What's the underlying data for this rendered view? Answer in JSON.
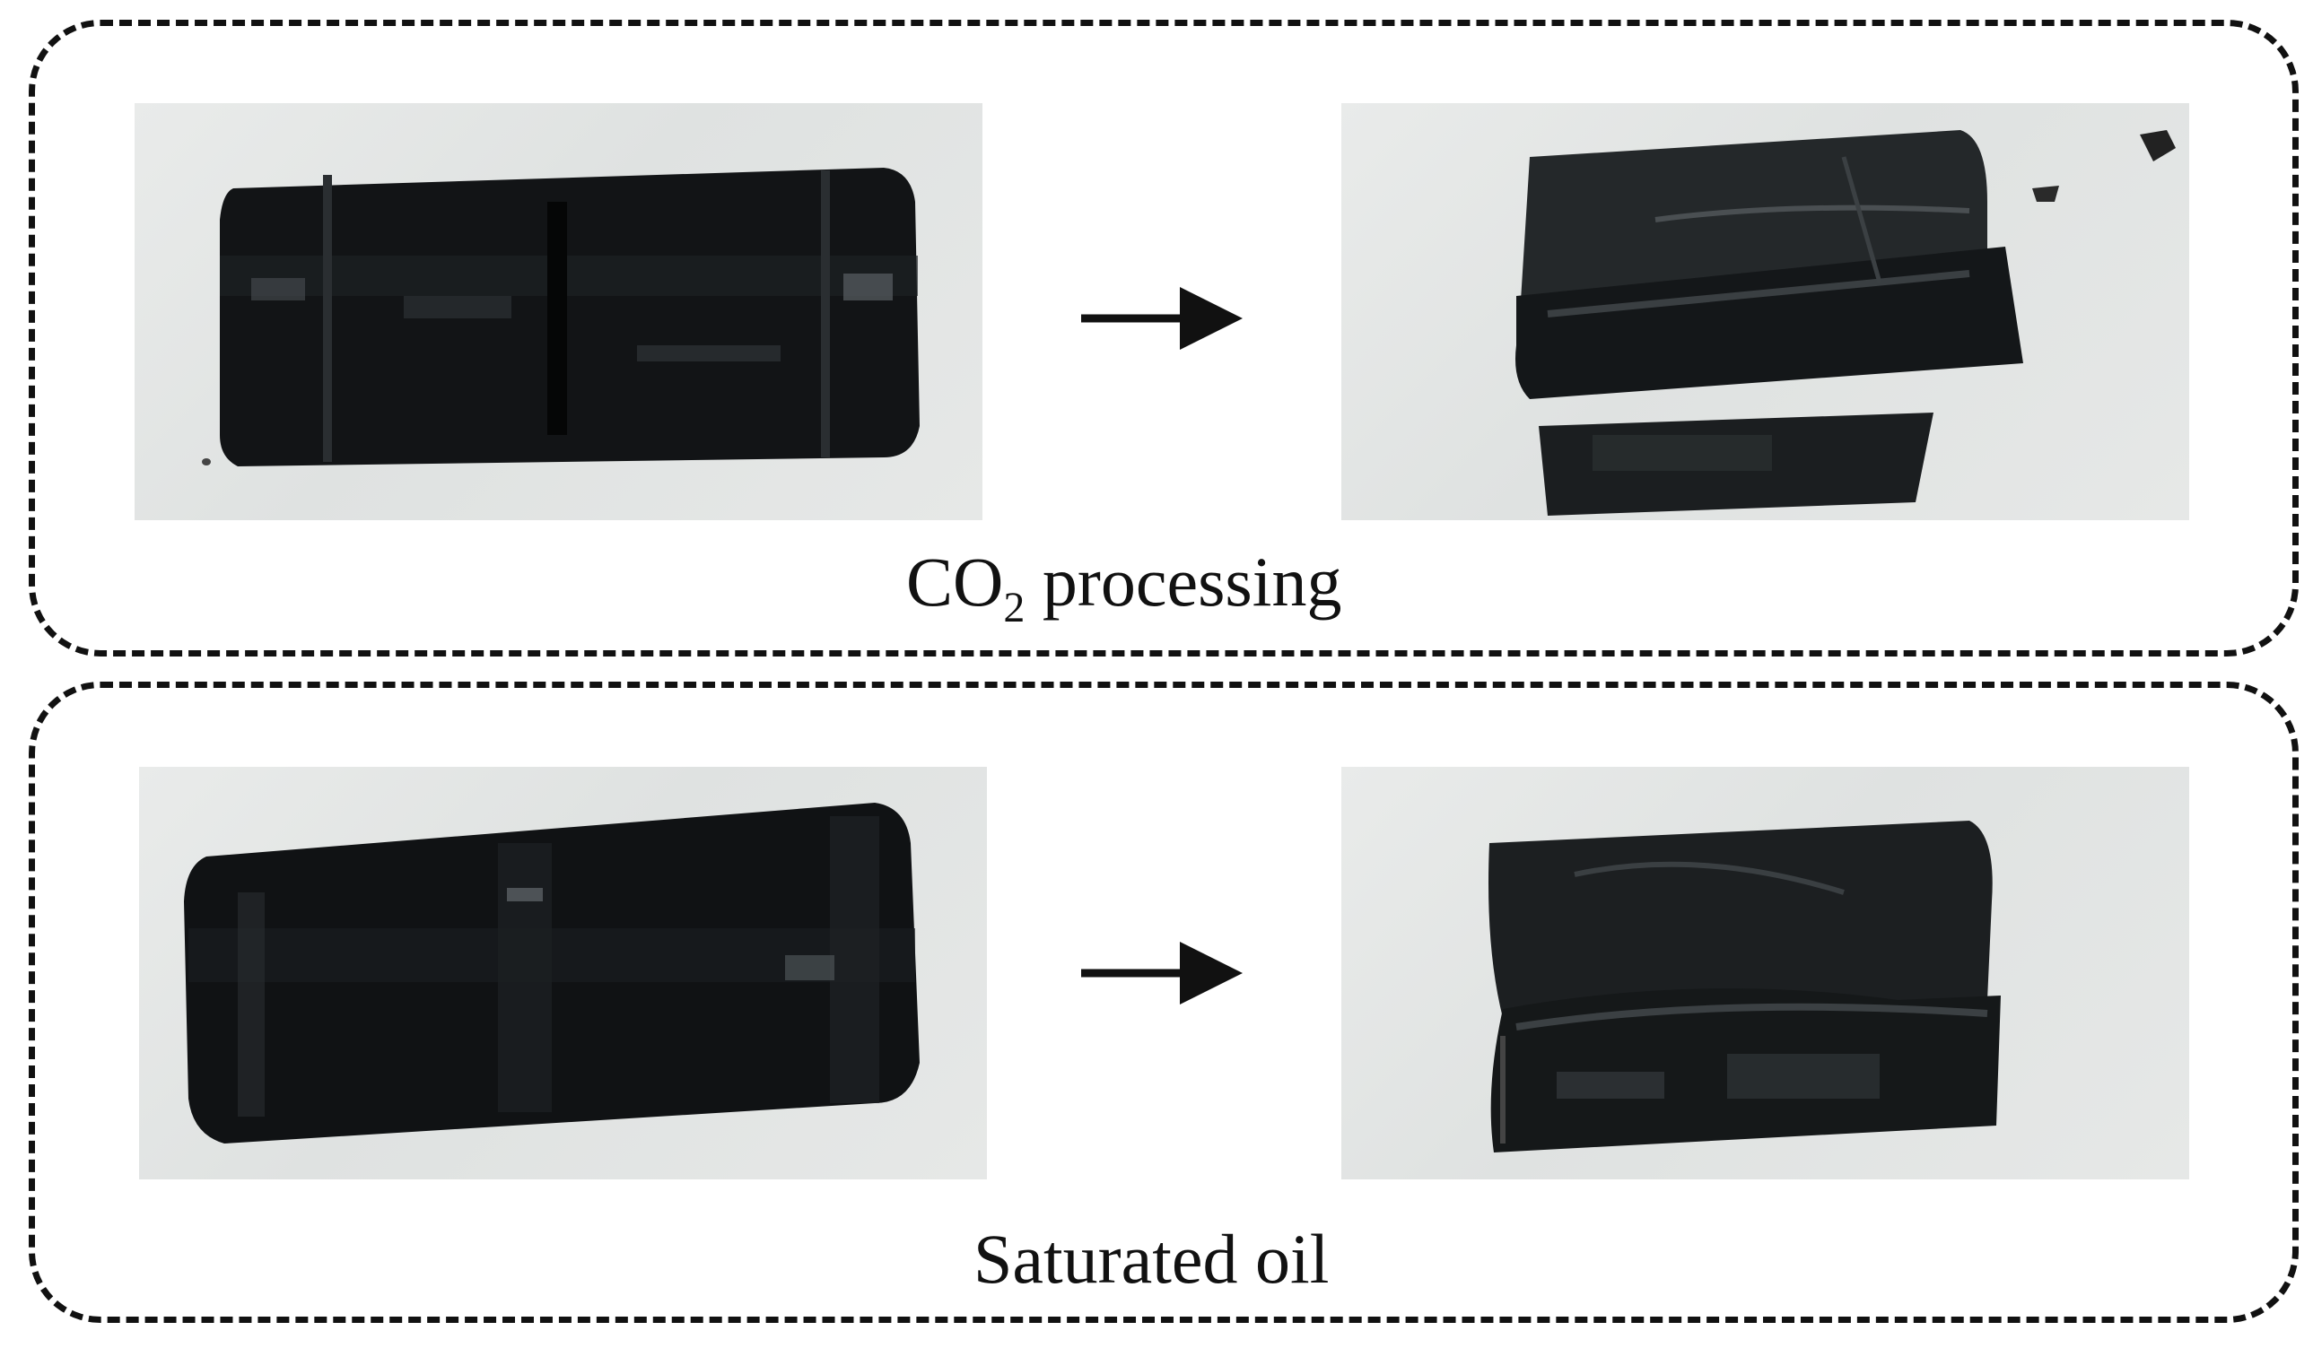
{
  "panels": {
    "top": {
      "caption_prefix": "CO",
      "caption_subscript": "2",
      "caption_suffix": " processing"
    },
    "bottom": {
      "caption": "Saturated oil"
    }
  },
  "photos": [
    {
      "id": "top-before",
      "subject": "intact black cylindrical core sample"
    },
    {
      "id": "top-after",
      "subject": "fractured black core sample"
    },
    {
      "id": "bottom-before",
      "subject": "intact black cylindrical core sample"
    },
    {
      "id": "bottom-after",
      "subject": "fractured black core sample"
    }
  ],
  "colors": {
    "border": "#111111",
    "background": "#ffffff",
    "photo_background": "#e3e6e5",
    "sample": "#15181a"
  }
}
